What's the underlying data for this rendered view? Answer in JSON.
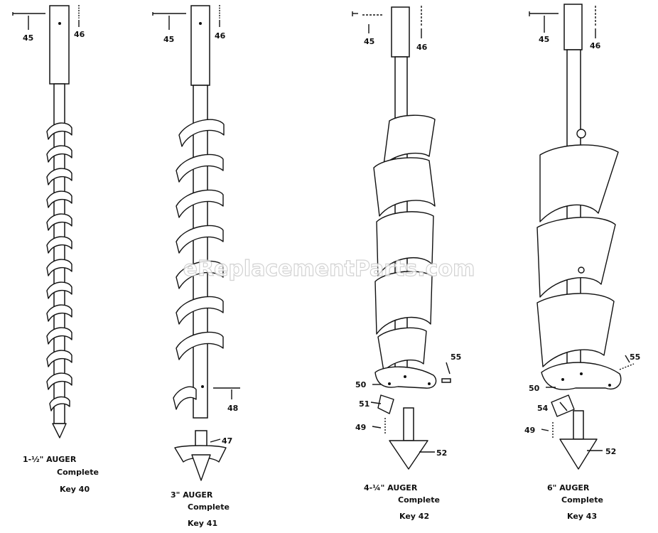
{
  "watermark": "eReplacementParts.com",
  "augers": [
    {
      "id": "a1",
      "caption": {
        "size": "1-½\" AUGER",
        "line2": "Complete",
        "key": "Key 40"
      },
      "labels": [
        "45",
        "46"
      ]
    },
    {
      "id": "a2",
      "caption": {
        "size": "3\" AUGER",
        "line2": "Complete",
        "key": "Key 41"
      },
      "labels": [
        "45",
        "46",
        "48",
        "47"
      ]
    },
    {
      "id": "a3",
      "caption": {
        "size": "4-¼\" AUGER",
        "line2": "Complete",
        "key": "Key 42"
      },
      "labels": [
        "45",
        "46",
        "55",
        "50",
        "51",
        "49",
        "52"
      ]
    },
    {
      "id": "a4",
      "caption": {
        "size": "6\" AUGER",
        "line2": "Complete",
        "key": "Key 43"
      },
      "labels": [
        "45",
        "46",
        "55",
        "50",
        "54",
        "49",
        "52"
      ]
    }
  ]
}
